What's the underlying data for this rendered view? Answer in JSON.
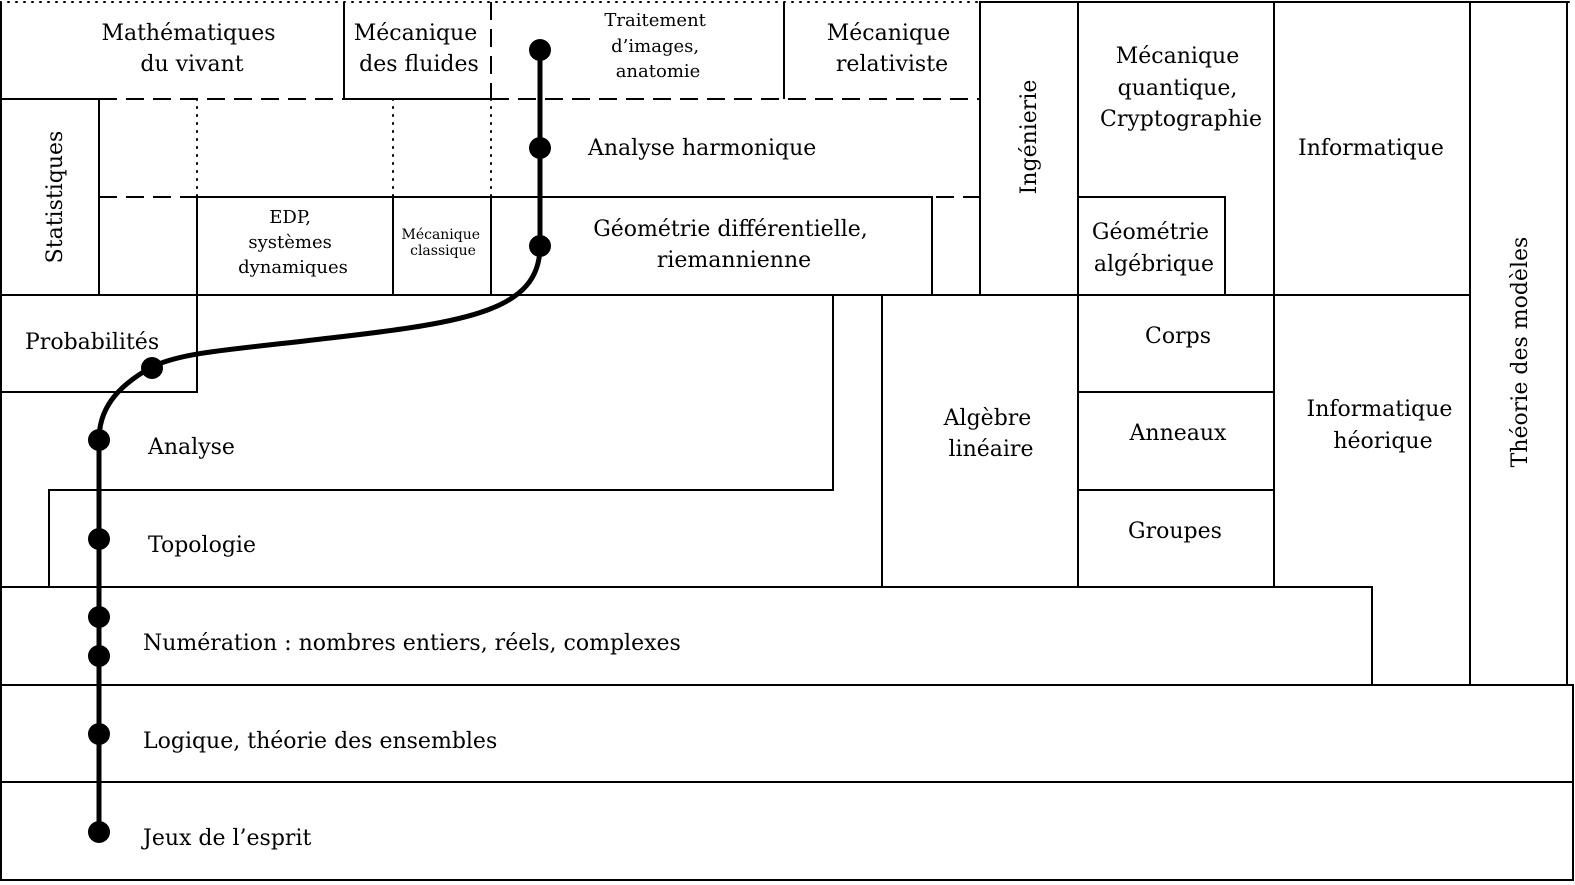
{
  "regions": {
    "math_vivant": [
      "Mathématiques",
      "du vivant"
    ],
    "meca_fluides": [
      "Mécanique",
      "des fluides"
    ],
    "traitement_images": [
      "Traitement",
      "d’images,",
      "anatomie"
    ],
    "meca_relativiste": [
      "Mécanique",
      "relativiste"
    ],
    "ingenierie": "Ingénierie",
    "meca_quantique": [
      "Mécanique",
      "quantique,",
      "Cryptographie"
    ],
    "informatique": "Informatique",
    "theorie_modeles": "Théorie des modèles",
    "statistiques": "Statistiques",
    "analyse_harmonique": "Analyse harmonique",
    "edp": [
      "EDP,",
      "systèmes",
      "dynamiques"
    ],
    "meca_classique": [
      "Mécanique",
      "classique"
    ],
    "geometrie_diff": [
      "Géométrie différentielle,",
      "riemannienne"
    ],
    "geometrie_alg": [
      "Géométrie",
      "algébrique"
    ],
    "probabilites": "Probabilités",
    "corps": "Corps",
    "anneaux": "Anneaux",
    "groupes": "Groupes",
    "algebre_lineaire": [
      "Algèbre",
      "linéaire"
    ],
    "info_theorique": [
      "Informatique",
      "héorique"
    ],
    "analyse": "Analyse",
    "topologie": "Topologie",
    "numeration": "Numération : nombres entiers, réels, complexes",
    "logique": "Logique, théorie des ensembles",
    "jeux": "Jeux de l’esprit"
  }
}
